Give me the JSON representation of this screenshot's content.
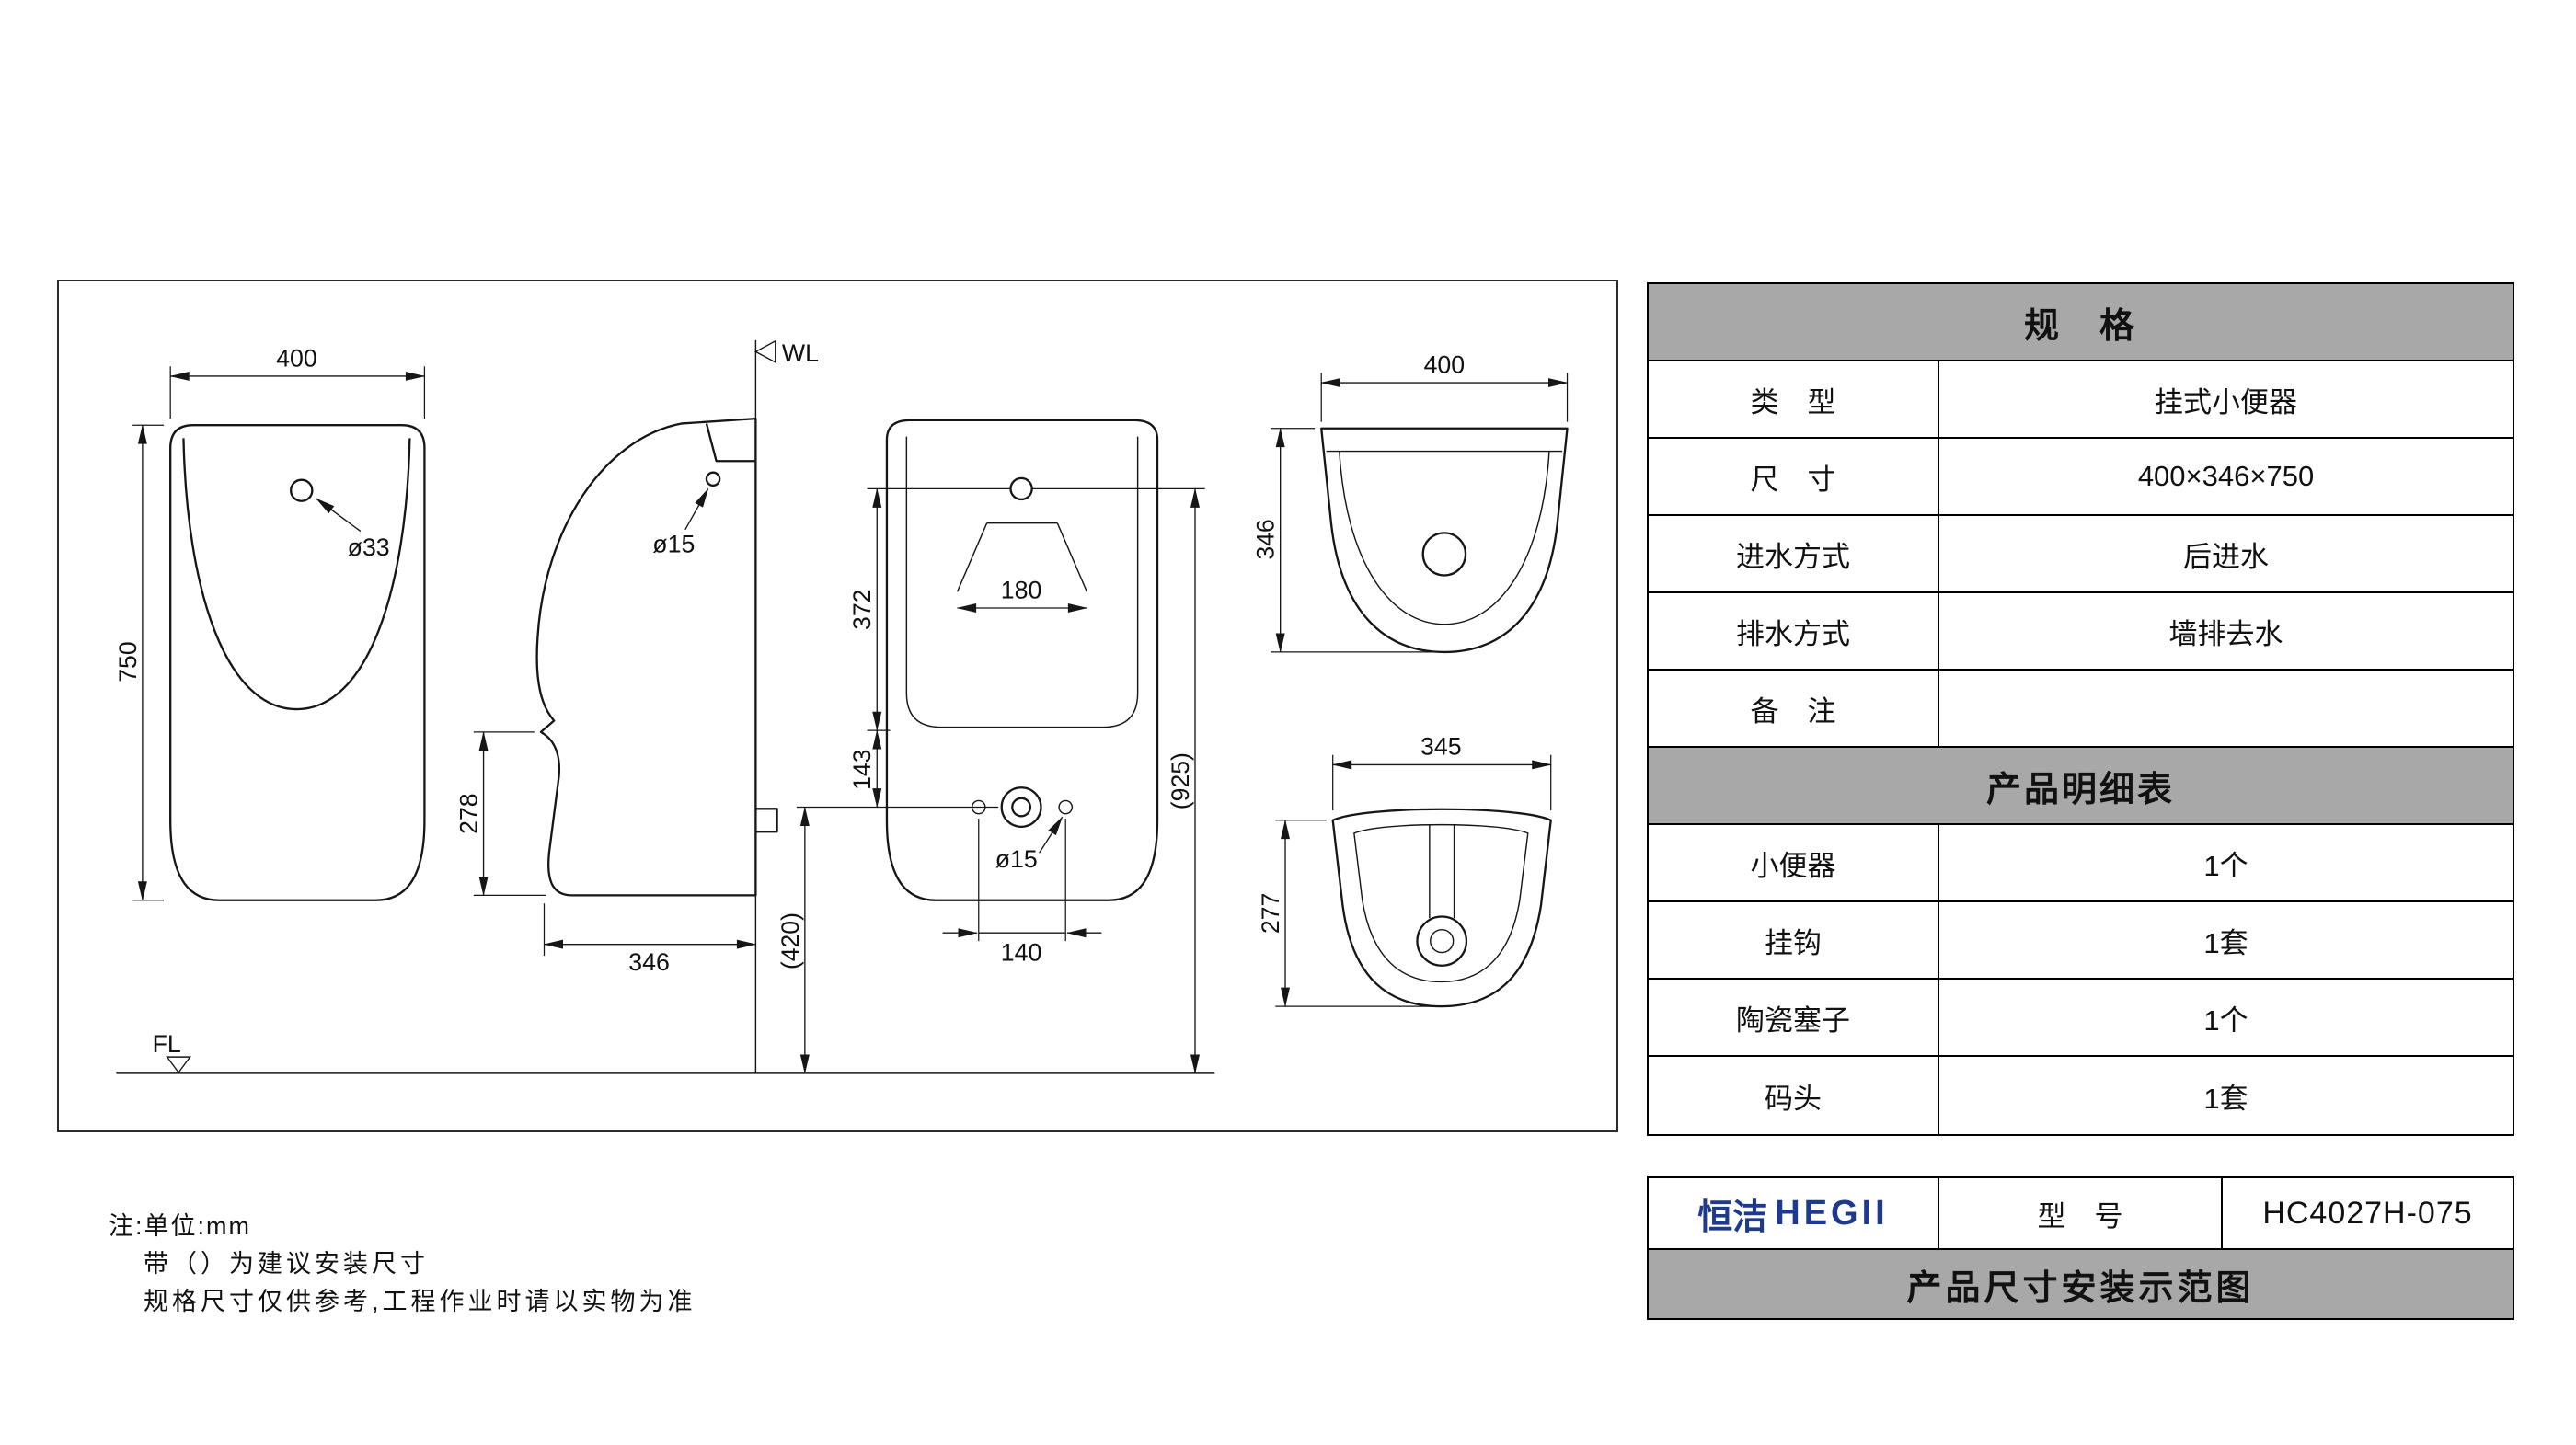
{
  "drawing": {
    "front": {
      "dim_width": "400",
      "dim_height": "750",
      "hole_label": "ø33"
    },
    "side": {
      "wl_label": "WL",
      "hole_label": "ø15",
      "dim_step": "278",
      "dim_depth": "346"
    },
    "section": {
      "dim_inlet_width": "180",
      "dim_upper": "372",
      "dim_lower": "143",
      "hole_label": "ø15",
      "dim_drain_holes": "140",
      "dim_inlet_height": "(925)",
      "dim_drain_height": "(420)"
    },
    "floor": {
      "fl_label": "FL"
    },
    "top": {
      "dim_width": "400",
      "dim_depth": "346"
    },
    "bottom": {
      "dim_width": "345",
      "dim_depth": "277"
    }
  },
  "spec_table": {
    "title": "规　格",
    "rows": [
      {
        "label": "类　型",
        "value": "挂式小便器"
      },
      {
        "label": "尺　寸",
        "value": "400×346×750"
      },
      {
        "label": "进水方式",
        "value": "后进水"
      },
      {
        "label": "排水方式",
        "value": "墙排去水"
      },
      {
        "label": "备　注",
        "value": ""
      }
    ],
    "detail_title": "产品明细表",
    "detail_rows": [
      {
        "label": "小便器",
        "value": "1个"
      },
      {
        "label": "挂钩",
        "value": "1套"
      },
      {
        "label": "陶瓷塞子",
        "value": "1个"
      },
      {
        "label": "码头",
        "value": "1套"
      }
    ]
  },
  "title_block": {
    "brand_cn": "恒洁",
    "brand_en": "HEGII",
    "model_label": "型　号",
    "model_value": "HC4027H-075",
    "caption": "产品尺寸安装示范图"
  },
  "notes": {
    "line1": "注:单位:mm",
    "line2": "带（）为建议安装尺寸",
    "line3": "规格尺寸仅供参考,工程作业时请以实物为准"
  },
  "colors": {
    "header_gray": "#a8a8a8",
    "brand_blue": "#1e3a8f",
    "line_black": "#161616"
  }
}
